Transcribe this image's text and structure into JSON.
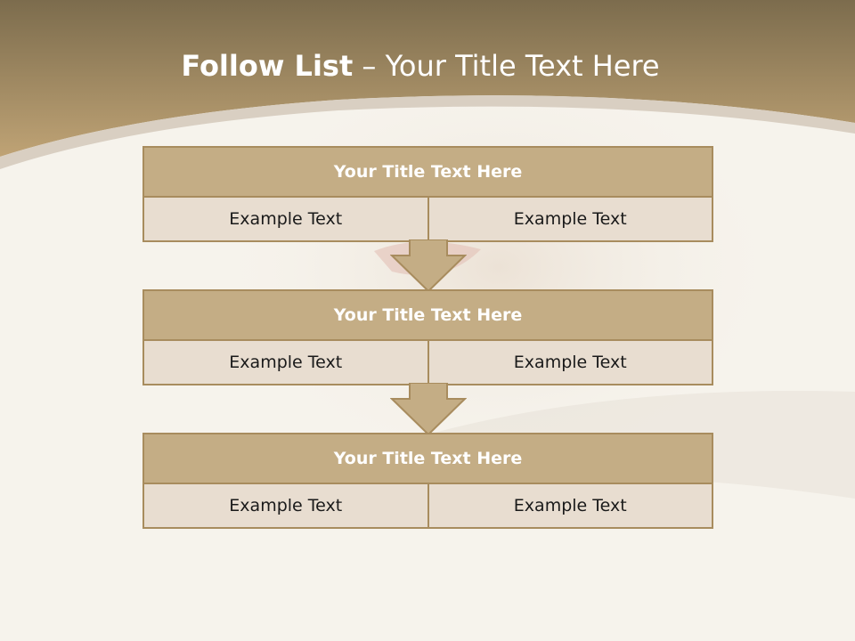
{
  "slide": {
    "title_bold": "Follow List",
    "title_rest": " – Your Title Text Here"
  },
  "colors": {
    "band_top": "#7c6c4d",
    "band_bottom": "#bfa375",
    "header_fill": "#c4ad85",
    "cell_fill": "#e8ddd0",
    "border": "#a88c5e",
    "background": "#f6f3ec"
  },
  "blocks": [
    {
      "title": "Your Title Text Here",
      "left": "Example Text",
      "right": "Example Text"
    },
    {
      "title": "Your Title Text Here",
      "left": "Example Text",
      "right": "Example Text"
    },
    {
      "title": "Your Title Text Here",
      "left": "Example Text",
      "right": "Example Text"
    }
  ],
  "arrows": [
    "down-arrow",
    "down-arrow"
  ]
}
